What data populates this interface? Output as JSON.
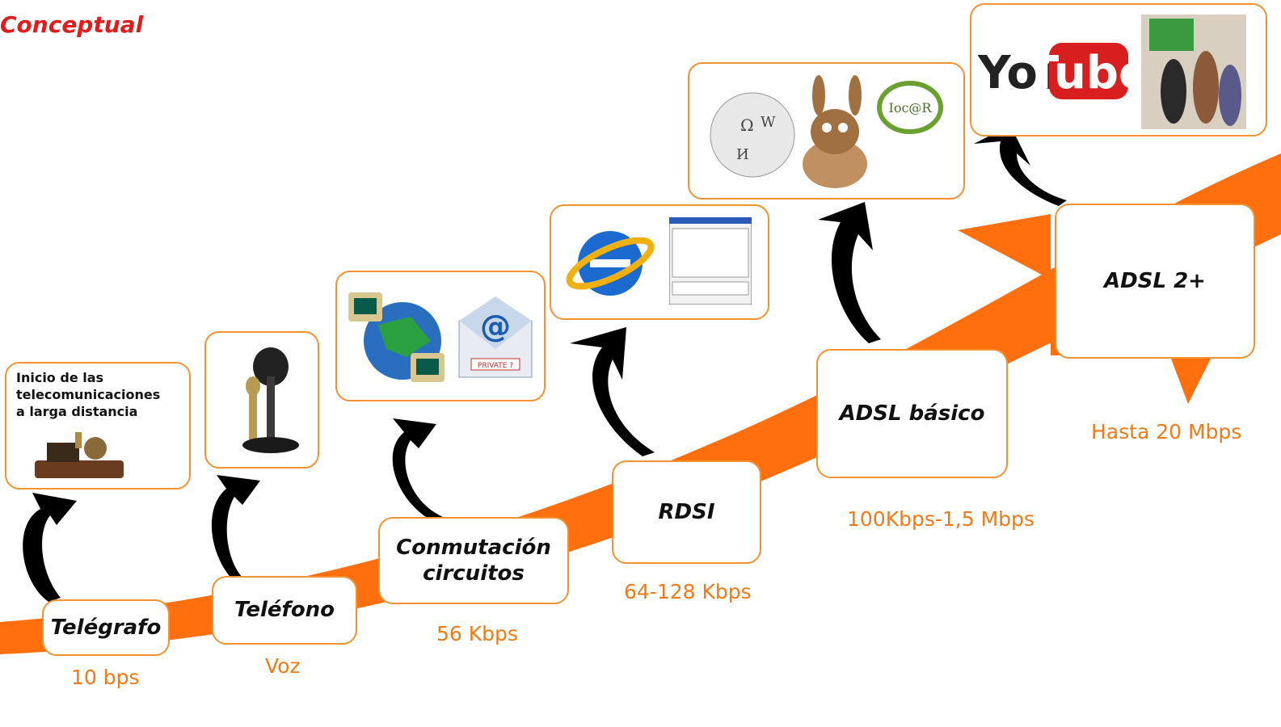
{
  "title": "Conceptual",
  "intro_text": [
    "Inicio de las",
    "telecomunicaciones",
    "a larga distancia"
  ],
  "steps": [
    {
      "label": "Telégrafo",
      "speed": "10 bps"
    },
    {
      "label": "Teléfono",
      "speed": "Voz"
    },
    {
      "label": "Conmutación circuitos",
      "speed": "56 Kbps"
    },
    {
      "label": "RDSI",
      "speed": "64-128 Kbps"
    },
    {
      "label": "ADSL básico",
      "speed": "100Kbps-1,5 Mbps"
    },
    {
      "label": "ADSL 2+",
      "speed": "Hasta 20 Mbps"
    }
  ],
  "images": {
    "email_badge": "PRIVATE ?",
    "youtube_you": "You",
    "youtube_tube": "Tube",
    "emule_text": "Ioc@R"
  },
  "colors": {
    "accent": "#ff6f0e",
    "title": "#e31b1b",
    "speed": "#f07a18",
    "border": "#f39231"
  }
}
